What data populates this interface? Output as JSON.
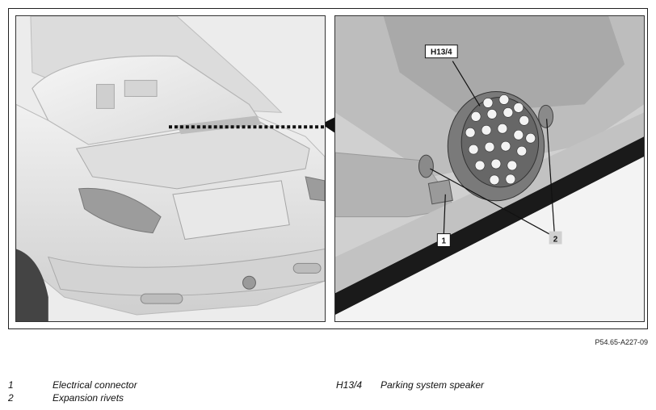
{
  "callouts": {
    "speaker": "H13/4",
    "connector": "1",
    "rivets": "2"
  },
  "reference_code": "P54.65-A227-09",
  "legend": [
    {
      "number": "1",
      "text": "Electrical connector"
    },
    {
      "number": "2",
      "text": "Expansion rivets"
    },
    {
      "number": "H13/4",
      "text": "Parking system speaker"
    }
  ]
}
